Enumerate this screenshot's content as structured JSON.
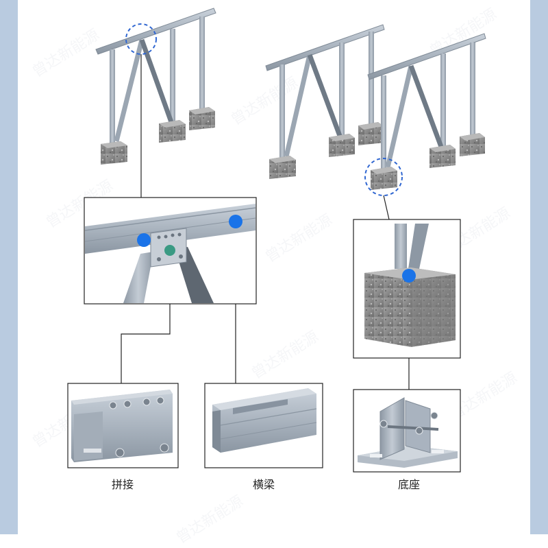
{
  "colors": {
    "side_border": "#b9cbe0",
    "frame": "#a9b3bf",
    "frame_dark": "#7f8a96",
    "concrete": "#8d8d8d",
    "callout_blue": "#1a73e8",
    "callout_green": "#3a9a83",
    "dashed_circle": "#2f66d1",
    "leader_line": "#222222"
  },
  "watermark": {
    "text": "曾达新能源"
  },
  "labels": {
    "splice": "拼接",
    "beam": "横梁",
    "base": "底座"
  },
  "icons": [
    "dashed-circle-icon",
    "callout-dot-icon"
  ]
}
